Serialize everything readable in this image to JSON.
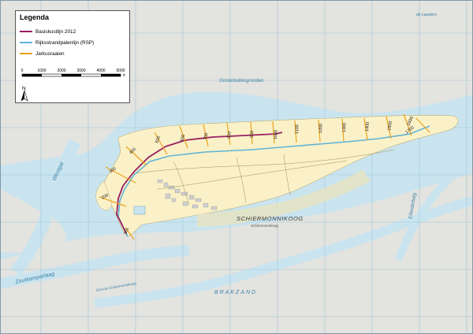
{
  "legend": {
    "title": "Legenda",
    "items": [
      {
        "label": "Basiskustlijn 2012",
        "color": "#9a1f63"
      },
      {
        "label": "Rijksstrandpalenlijn (RSP)",
        "color": "#5fb3d6"
      },
      {
        "label": "Jarkusraaien",
        "color": "#e8a21c"
      }
    ],
    "scale": {
      "ticks": [
        "0",
        "1000",
        "2000",
        "3000",
        "4000",
        "5000"
      ],
      "unit": "m"
    },
    "north_label": "N"
  },
  "places": {
    "main": "SCHIERMONNIKOOG",
    "sub": "Schiermonnikoog",
    "oosterbuitengronden": "Oosterbuitengronden",
    "westgat": "Westgat",
    "eilanderbalg": "Eilanderbalg",
    "zoutkamperlaag": "Zoutkamperlaag",
    "brakzand": "BRAKZAND",
    "de_lauwers": "de Lauwers",
    "gat_van_schiermonnikoog": "Gat van Schiermonnikoog"
  },
  "raai_labels": [
    "200",
    "300",
    "400",
    "500",
    "600",
    "700",
    "800",
    "900",
    "1000",
    "1100",
    "1200",
    "1300",
    "1400",
    "1500",
    "1600",
    "1700",
    "101"
  ],
  "colors": {
    "sea": "#c9e4ef",
    "tidal_flat": "#e3e3df",
    "island": "#faf1c8",
    "grid": "#9fc7d8",
    "coastline": "#9a1f63",
    "rsp": "#5fb3d6",
    "raai": "#e8a21c"
  }
}
